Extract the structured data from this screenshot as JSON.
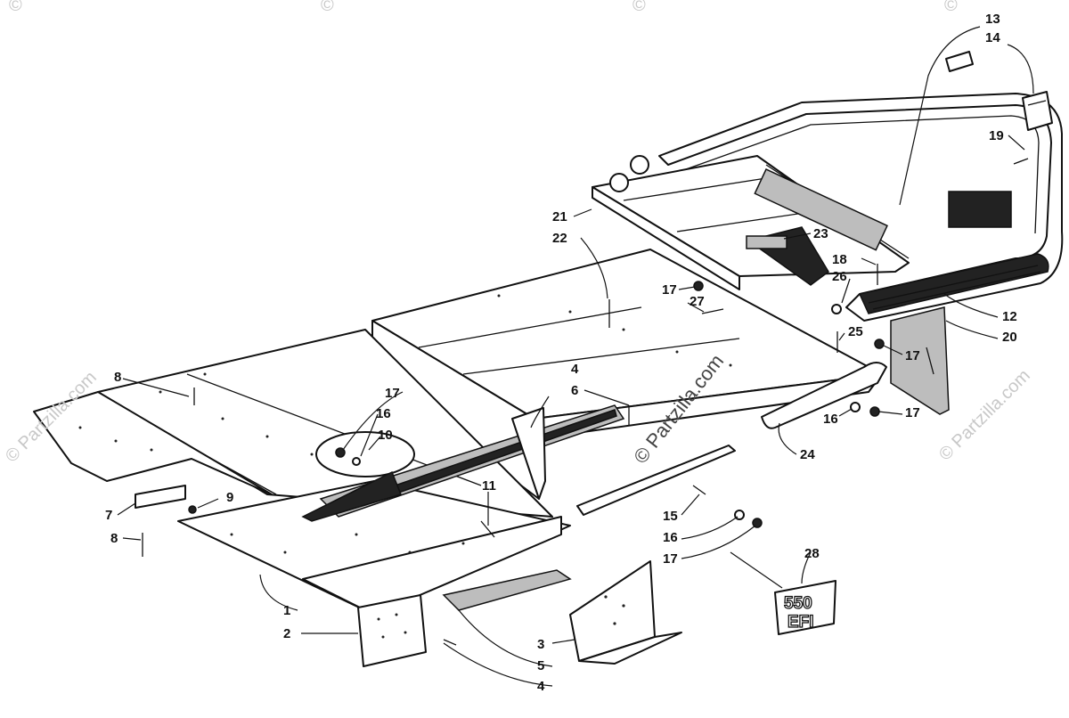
{
  "diagram": {
    "callouts": {
      "c1": "1",
      "c2": "2",
      "c3": "3",
      "c4a": "4",
      "c4b": "4",
      "c5": "5",
      "c6": "6",
      "c7": "7",
      "c8a": "8",
      "c8b": "8",
      "c9": "9",
      "c10": "10",
      "c11": "11",
      "c12": "12",
      "c13": "13",
      "c14": "14",
      "c15": "15",
      "c16a": "16",
      "c16b": "16",
      "c16c": "16",
      "c17a": "17",
      "c17b": "17",
      "c17c": "17",
      "c17d": "17",
      "c17e": "17",
      "c18": "18",
      "c19": "19",
      "c20": "20",
      "c21": "21",
      "c22": "22",
      "c23": "23",
      "c24": "24",
      "c25": "25",
      "c26": "26",
      "c27": "27",
      "c28": "28"
    },
    "badge": {
      "line1": "550",
      "line2": "EFI"
    },
    "watermarks": {
      "center": "© Partzilla.com",
      "left": "© Partzilla.com",
      "right": "© Partzilla.com",
      "top": "©"
    }
  }
}
